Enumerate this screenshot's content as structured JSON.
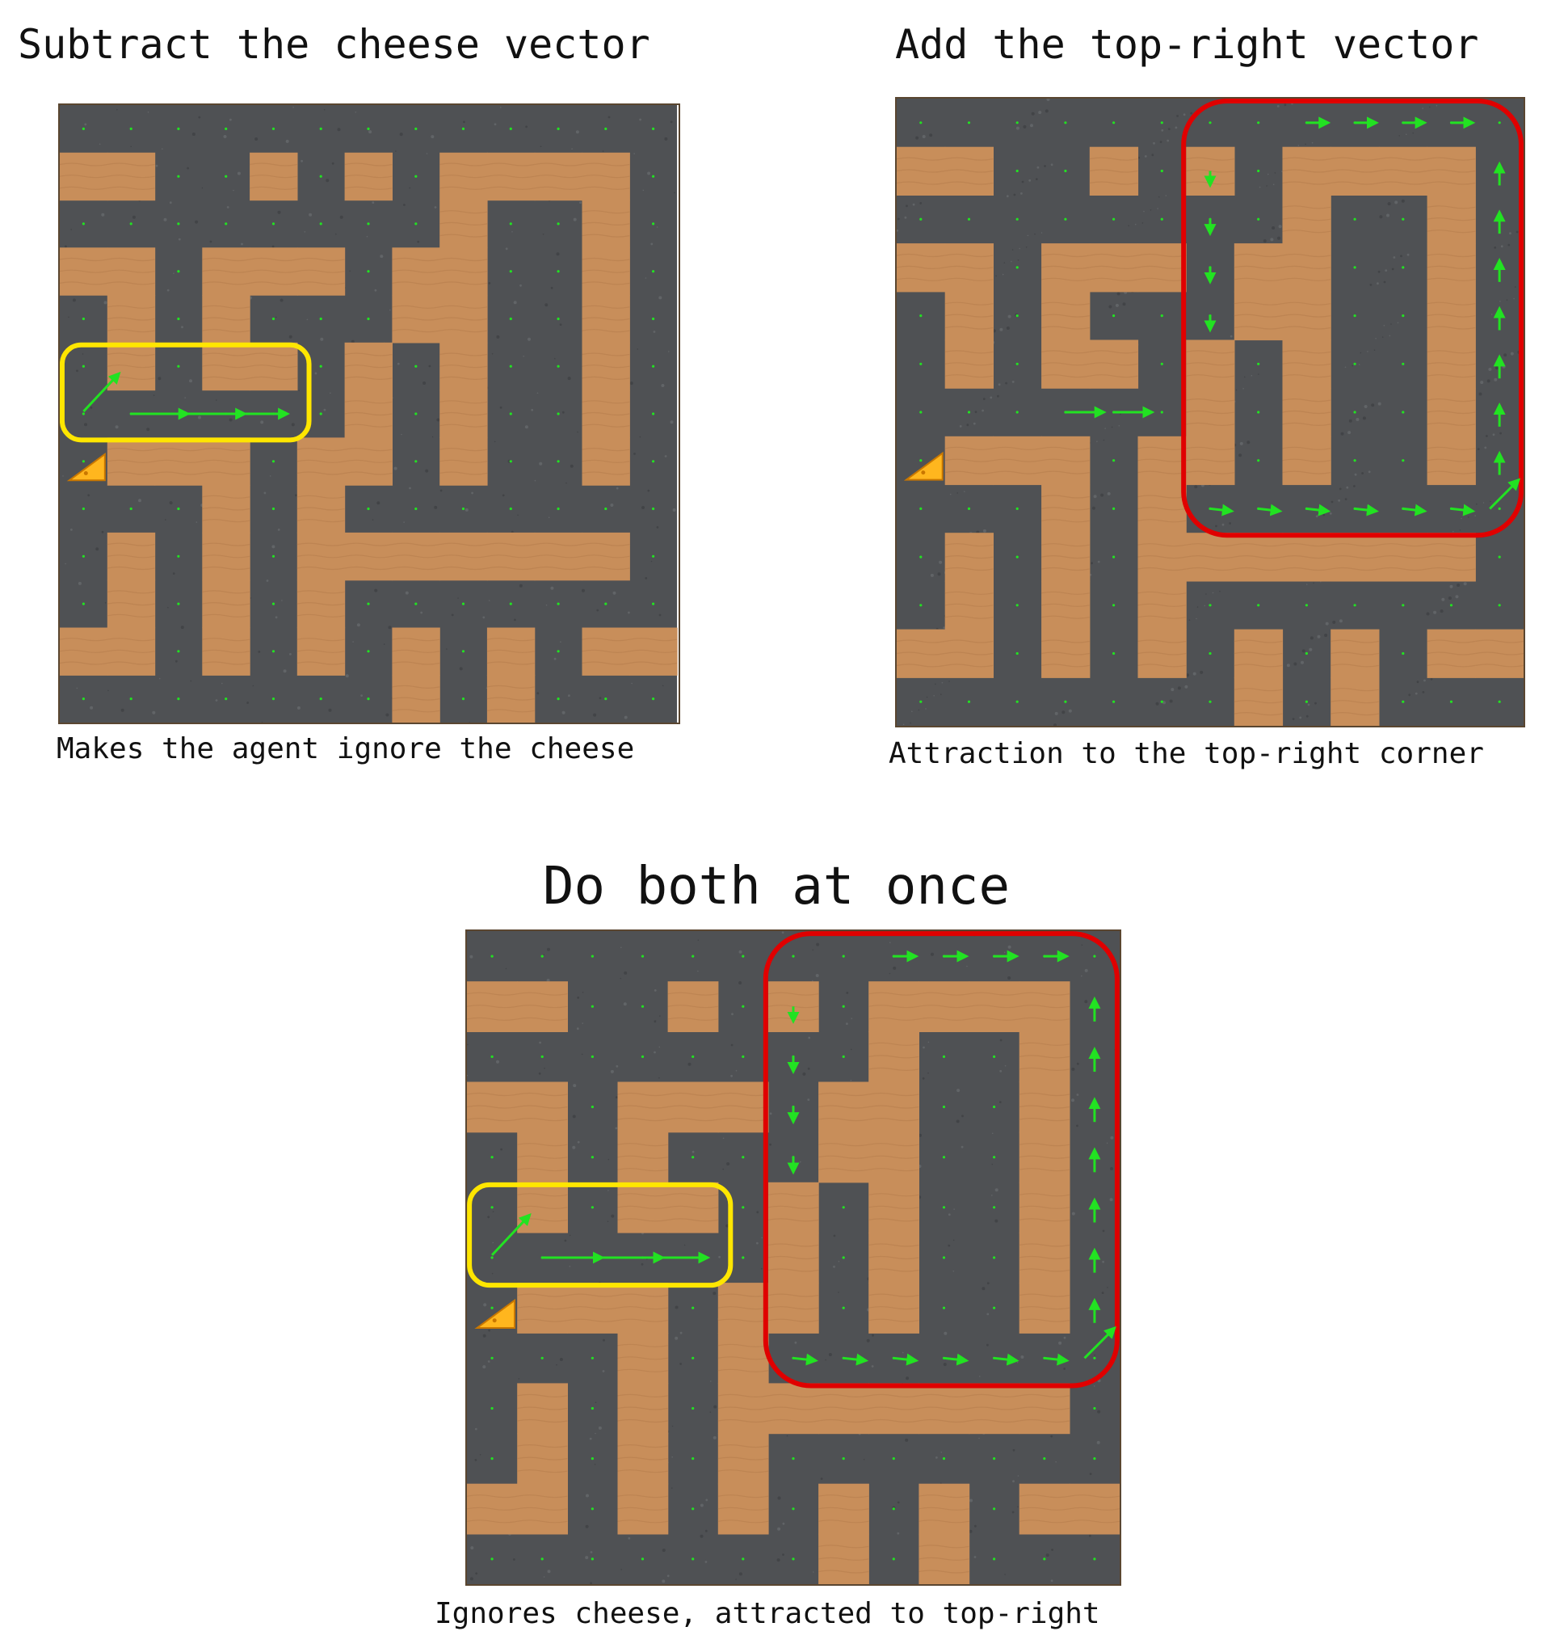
{
  "panels": [
    {
      "title": "Subtract the cheese vector",
      "caption": "Makes the agent ignore the cheese"
    },
    {
      "title": "Add the top-right vector",
      "caption": "Attraction to the top-right corner"
    },
    {
      "title": "Do both at once",
      "caption": "Ignores cheese, attracted to top-right"
    }
  ],
  "legend_items": {
    "cheese": "cheese-icon",
    "highlight_yellow": "#ffe600",
    "highlight_red": "#e00000",
    "arrow_color": "#22e222",
    "floor_color": "#c88e5a",
    "wall_color": "#4f5154"
  }
}
